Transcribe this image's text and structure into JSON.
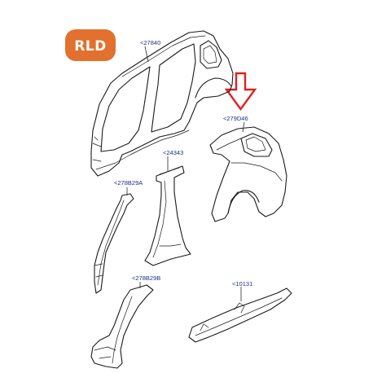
{
  "logo": {
    "text": "RLD",
    "color": "#e2702f"
  },
  "arrow": {
    "color": "#e02020"
  },
  "labels": {
    "body_side_outer": "<27840",
    "rear_quarter_panel": "<279D46",
    "b_pillar_reinforcement": "<24343",
    "a_pillar_reinforcement": "<278B29A",
    "a_pillar_lower": "<278B29B",
    "sill_panel": "<10131"
  },
  "colors": {
    "label_text": "#1c2f8c",
    "line_art": "#1a1a1a"
  }
}
